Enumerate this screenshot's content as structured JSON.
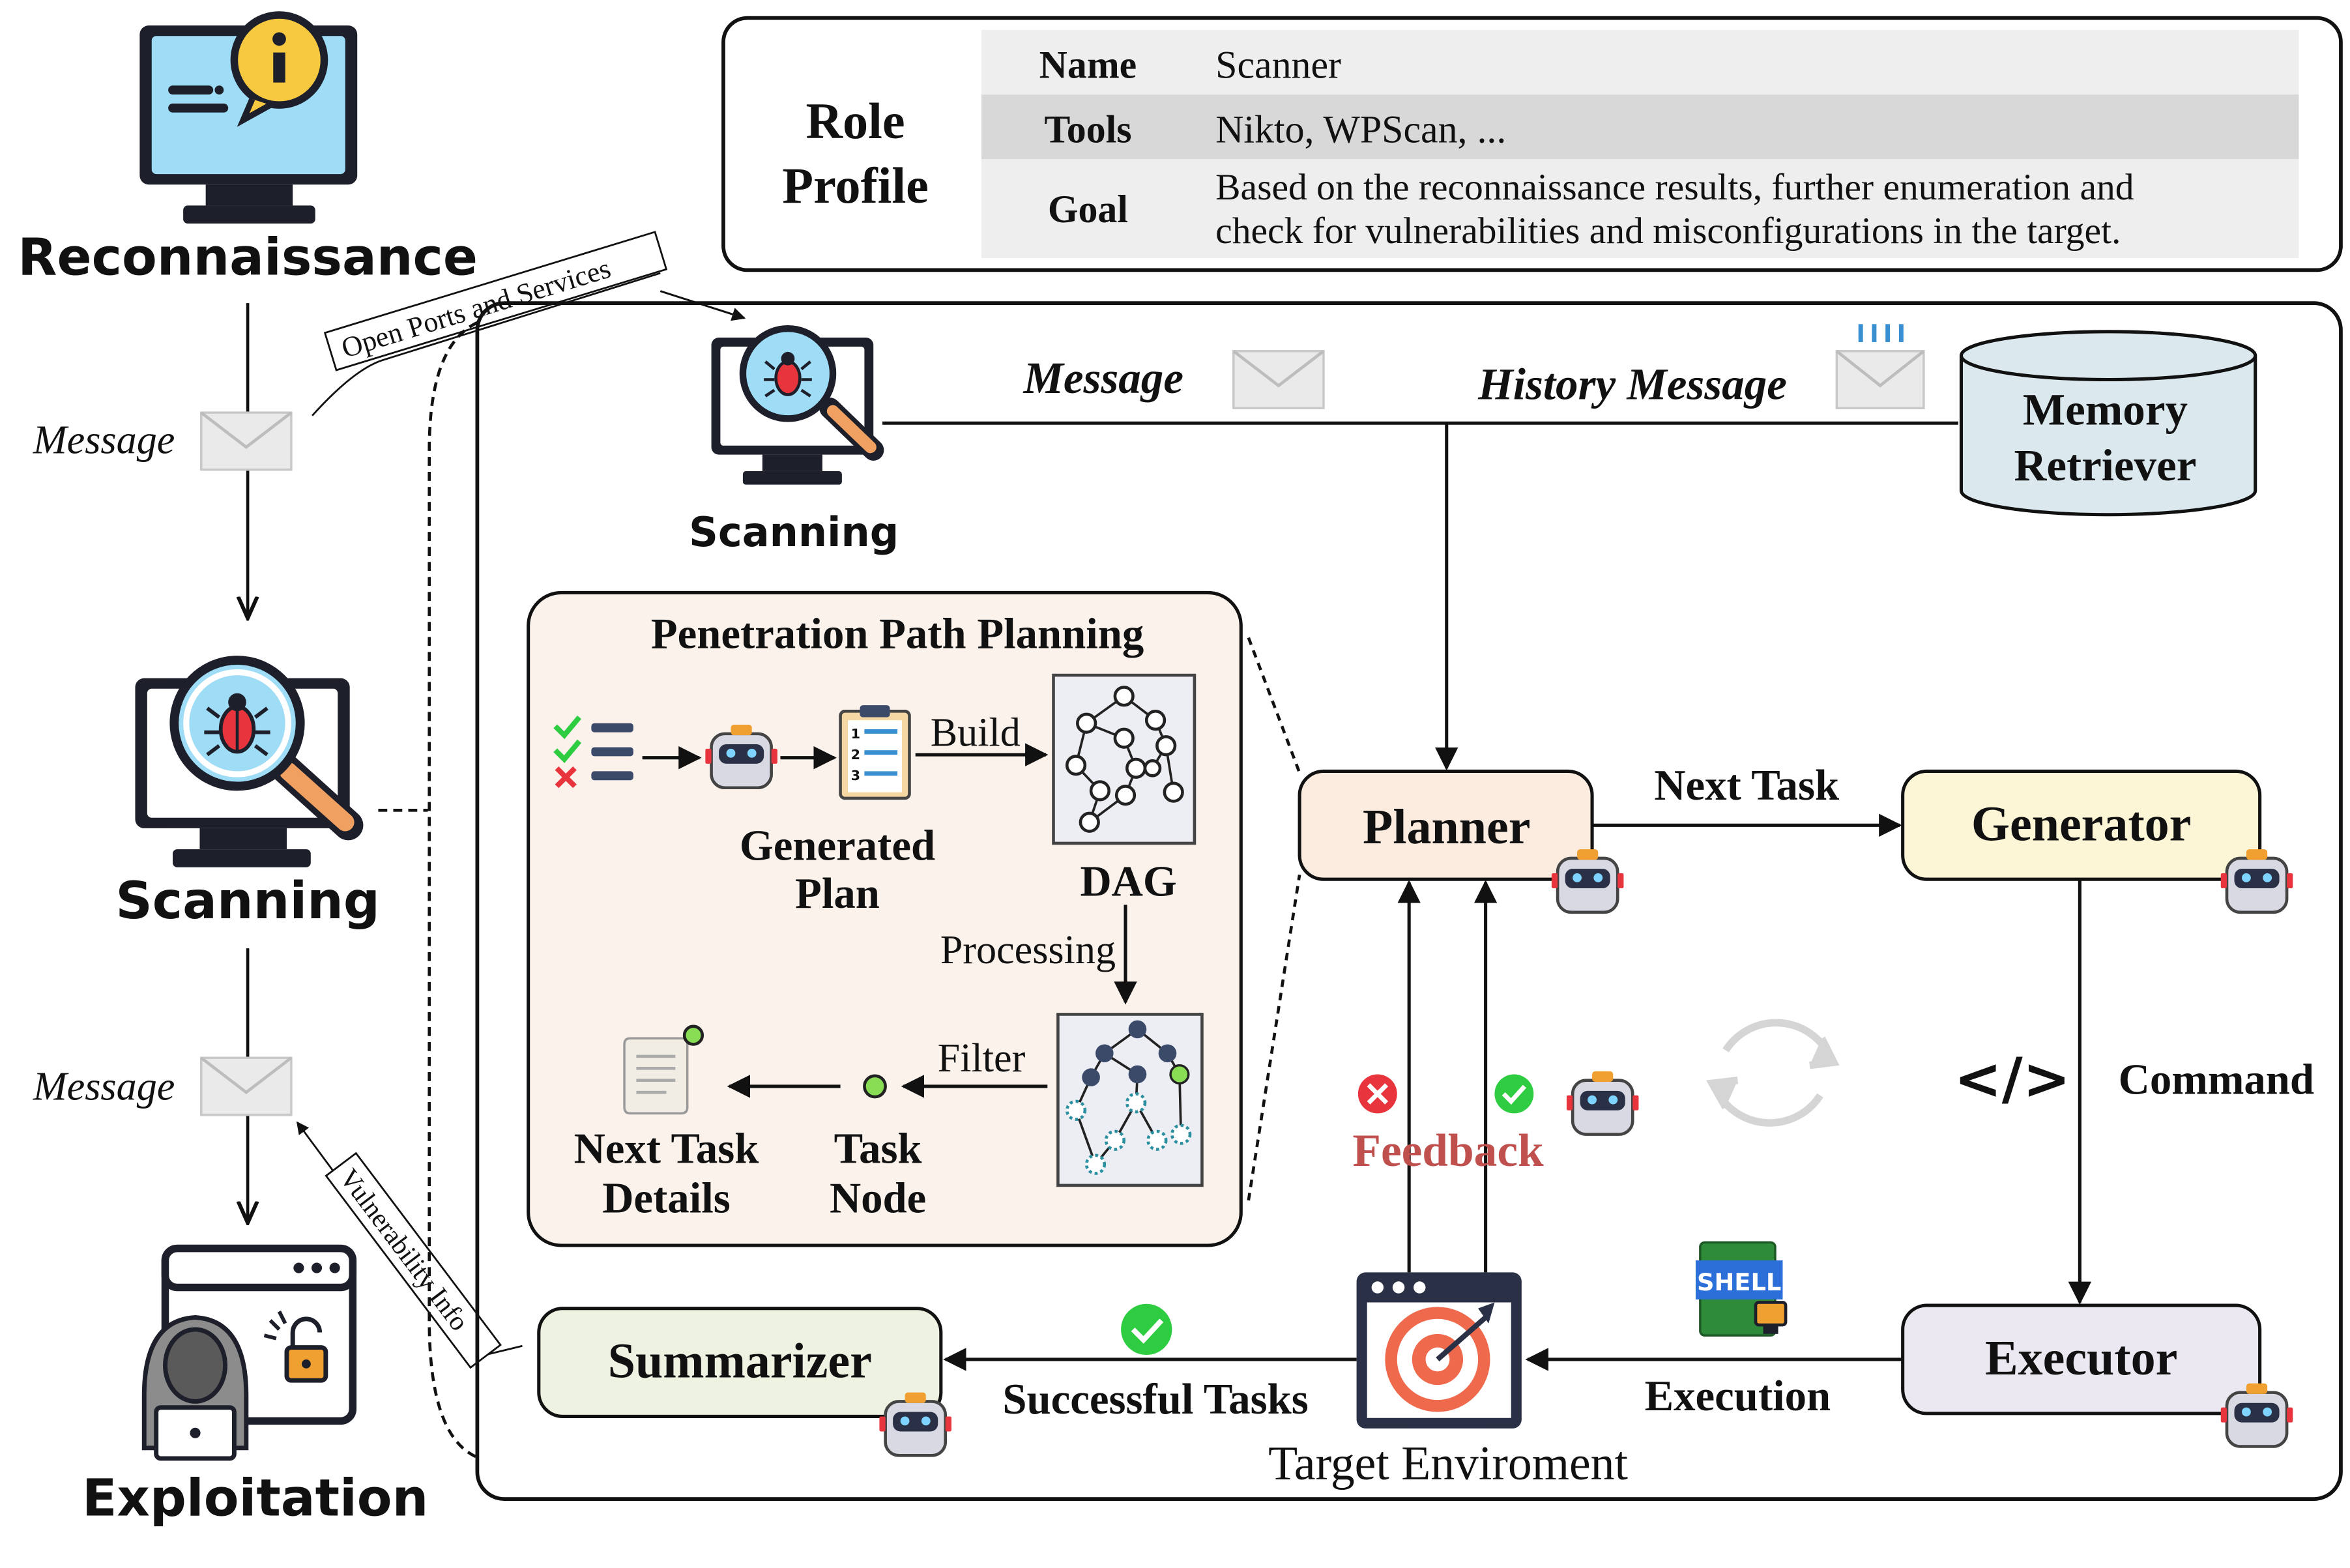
{
  "stages": {
    "reconnaissance": "Reconnaissance",
    "scanning": "Scanning",
    "exploitation": "Exploitation",
    "scanning_small": "Scanning"
  },
  "messages": {
    "left_top": "Message",
    "left_bottom": "Message",
    "main": "Message",
    "history": "History Message"
  },
  "tags": {
    "open_ports": "Open Ports and Services",
    "vuln_info": "Vulnerability Info"
  },
  "role_profile": {
    "title_line1": "Role",
    "title_line2": "Profile",
    "rows": [
      {
        "key": "Name",
        "value_line1": "Scanner",
        "value_line2": ""
      },
      {
        "key": "Tools",
        "value_line1": "Nikto, WPScan, ...",
        "value_line2": ""
      },
      {
        "key": "Goal",
        "value_line1": "Based on the reconnaissance results, further enumeration and",
        "value_line2": "check for vulnerabilities and misconfigurations in the target."
      }
    ]
  },
  "memory": {
    "line1": "Memory",
    "line2": "Retriever"
  },
  "modules": {
    "planner": "Planner",
    "generator": "Generator",
    "executor": "Executor",
    "summarizer": "Summarizer"
  },
  "edges": {
    "next_task": "Next Task",
    "command": "Command",
    "execution": "Execution",
    "feedback": "Feedback",
    "successful_tasks": "Successful Tasks"
  },
  "target": "Target Enviroment",
  "shell": "SHELL",
  "code_icon": "</>",
  "ppp": {
    "title": "Penetration Path Planning",
    "build": "Build",
    "generated_line1": "Generated",
    "generated_line2": "Plan",
    "dag": "DAG",
    "processing": "Processing",
    "filter": "Filter",
    "task_line1": "Task",
    "task_line2": "Node",
    "next_line1": "Next Task",
    "next_line2": "Details"
  },
  "colors": {
    "planner_fill": "#fcecdf",
    "generator_fill": "#fdf6d6",
    "executor_fill": "#ebe8f1",
    "summarizer_fill": "#eef2e1",
    "memory_fill": "#dbe9ef",
    "ppp_fill": "#fbf2ec",
    "feedback_text": "#c0504d",
    "check_green": "#2ecc40",
    "cross_red": "#e8343c",
    "monitor_blue": "#9fdcf5",
    "lock_orange": "#f0a030"
  }
}
